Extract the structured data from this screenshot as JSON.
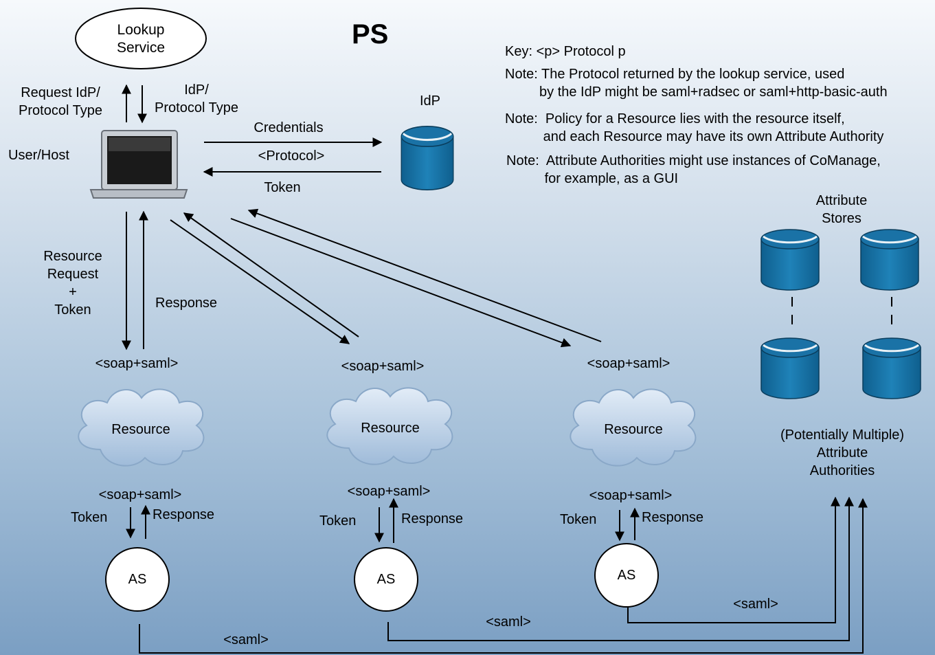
{
  "title": "PS",
  "lookup_service": "Lookup\nService",
  "labels": {
    "request_idp": "Request IdP/\nProtocol Type",
    "idp_protocol_type": "IdP/\nProtocol Type",
    "user_host": "User/Host",
    "idp": "IdP",
    "credentials": "Credentials",
    "protocol": "<Protocol>",
    "token": "Token",
    "resource_request": "Resource\nRequest\n+\nToken",
    "response": "Response",
    "attribute_stores": "Attribute\nStores",
    "attribute_authorities": "(Potentially Multiple)\nAttribute\nAuthorities",
    "saml": "<saml>"
  },
  "key": [
    "Key:  <p>  Protocol p",
    "Note: The Protocol returned by the lookup service, used\n         by the IdP might be saml+radsec or saml+http-basic-auth",
    "Note:  Policy for a Resource lies with the resource itself,\n          and each Resource may have its own Attribute Authority",
    "Note:  Attribute Authorities might use instances of CoManage,\n          for example, as a GUI"
  ],
  "resources": [
    {
      "soap_top": "<soap+saml>",
      "name": "Resource",
      "soap_bottom": "<soap+saml>",
      "token": "Token",
      "response": "Response",
      "as": "AS"
    },
    {
      "soap_top": "<soap+saml>",
      "name": "Resource",
      "soap_bottom": "<soap+saml>",
      "token": "Token",
      "response": "Response",
      "as": "AS"
    },
    {
      "soap_top": "<soap+saml>",
      "name": "Resource",
      "soap_bottom": "<soap+saml>",
      "token": "Token",
      "response": "Response",
      "as": "AS"
    }
  ],
  "colors": {
    "cylinder": "#1a6fa0",
    "cylinder_dark": "#0c4b72",
    "cloud": "#c6d9ee"
  }
}
